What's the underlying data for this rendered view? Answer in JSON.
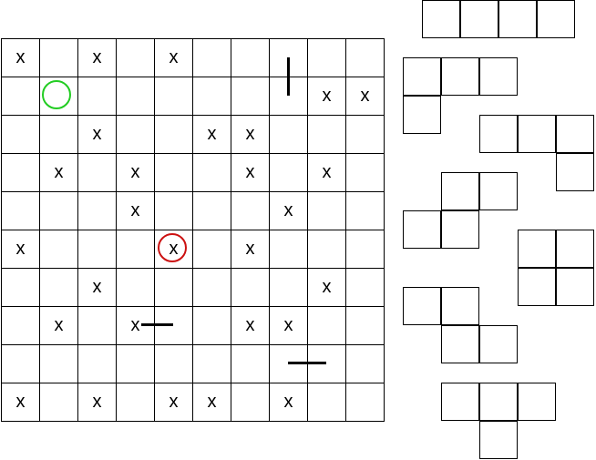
{
  "board": {
    "rows": [
      [
        "x",
        "",
        "x",
        "",
        "x",
        "",
        "",
        "",
        "",
        ""
      ],
      [
        "",
        "",
        "",
        "",
        "",
        "",
        "",
        "",
        "x",
        "x"
      ],
      [
        "",
        "",
        "x",
        "",
        "",
        "x",
        "x",
        "",
        "",
        ""
      ],
      [
        "",
        "x",
        "",
        "x",
        "",
        "",
        "x",
        "",
        "x",
        ""
      ],
      [
        "",
        "",
        "",
        "x",
        "",
        "",
        "",
        "x",
        "",
        ""
      ],
      [
        "x",
        "",
        "",
        "",
        "x",
        "",
        "x",
        "",
        "",
        ""
      ],
      [
        "",
        "",
        "x",
        "",
        "",
        "",
        "",
        "",
        "x",
        ""
      ],
      [
        "",
        "x",
        "",
        "x",
        "",
        "",
        "x",
        "x",
        "",
        ""
      ],
      [
        "",
        "",
        "",
        "",
        "",
        "",
        "",
        "",
        "",
        ""
      ],
      [
        "x",
        "",
        "x",
        "",
        "x",
        "x",
        "",
        "x",
        "",
        ""
      ]
    ]
  },
  "markers": {
    "green_ring": {
      "row": 1,
      "col": 1,
      "color": "#22cc22"
    },
    "red_ring": {
      "row": 5,
      "col": 4,
      "color": "#cc1111"
    }
  },
  "pieces": [
    {
      "name": "piece-i-horizontal",
      "cells": [
        [
          0,
          0
        ],
        [
          0,
          1
        ],
        [
          0,
          2
        ],
        [
          0,
          3
        ]
      ]
    },
    {
      "name": "piece-l-left",
      "cells": [
        [
          0,
          0
        ],
        [
          0,
          1
        ],
        [
          0,
          2
        ],
        [
          1,
          0
        ]
      ]
    },
    {
      "name": "piece-l-right",
      "cells": [
        [
          0,
          0
        ],
        [
          0,
          1
        ],
        [
          0,
          2
        ],
        [
          1,
          2
        ]
      ]
    },
    {
      "name": "piece-s",
      "cells": [
        [
          0,
          1
        ],
        [
          0,
          2
        ],
        [
          1,
          0
        ],
        [
          1,
          1
        ]
      ]
    },
    {
      "name": "piece-o",
      "cells": [
        [
          0,
          0
        ],
        [
          0,
          1
        ],
        [
          1,
          0
        ],
        [
          1,
          1
        ]
      ]
    },
    {
      "name": "piece-z",
      "cells": [
        [
          0,
          0
        ],
        [
          0,
          1
        ],
        [
          1,
          1
        ],
        [
          1,
          2
        ]
      ]
    },
    {
      "name": "piece-t",
      "cells": [
        [
          0,
          0
        ],
        [
          0,
          1
        ],
        [
          0,
          2
        ],
        [
          1,
          1
        ]
      ]
    }
  ]
}
